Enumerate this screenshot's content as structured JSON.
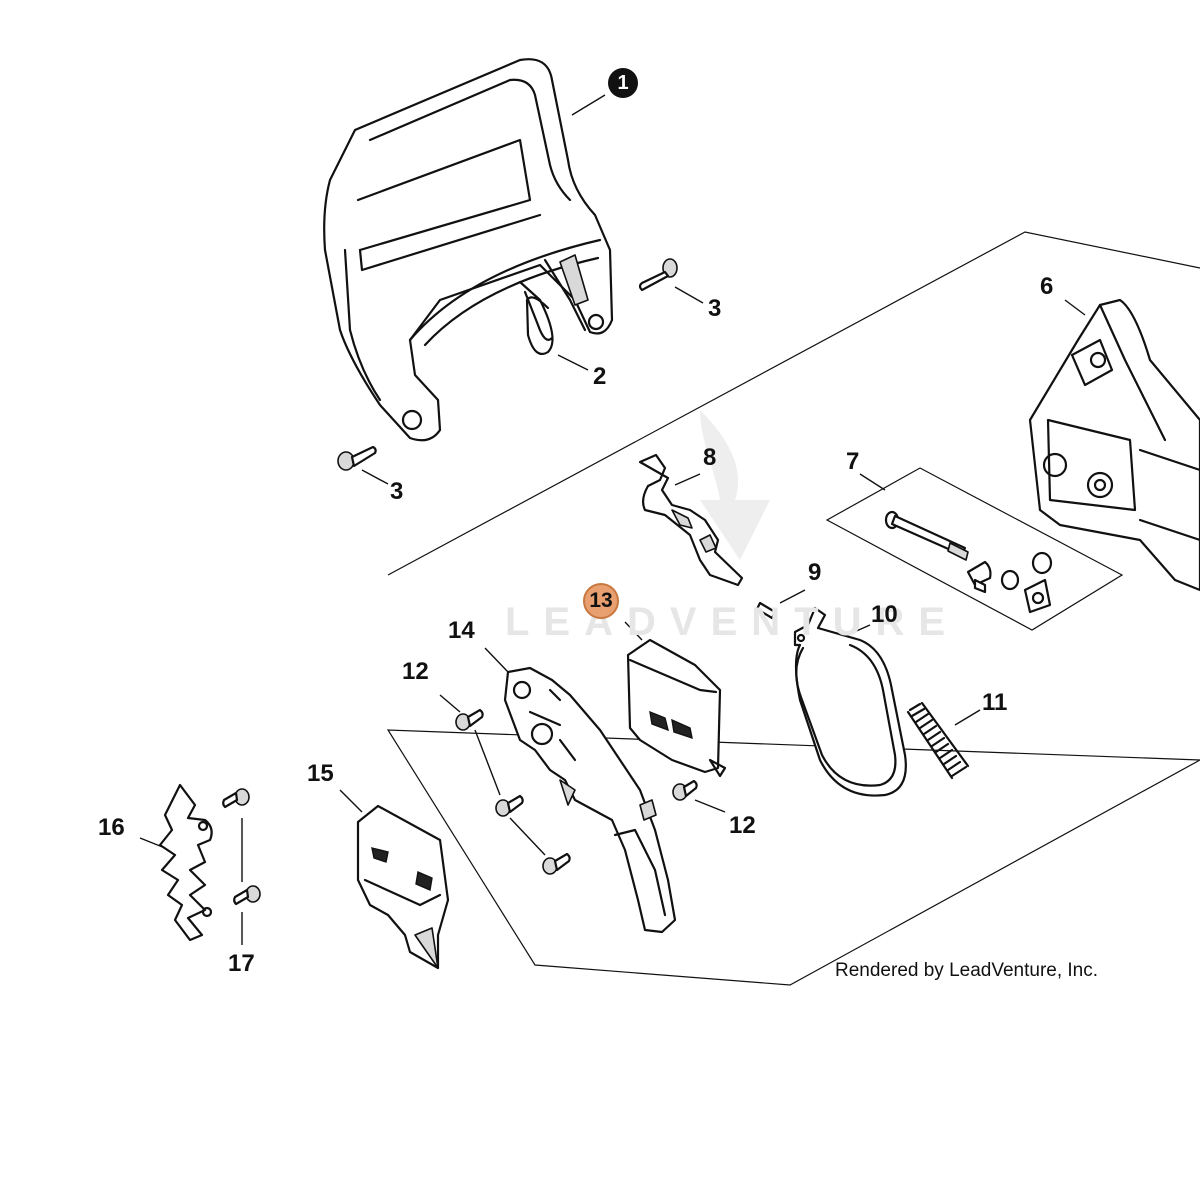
{
  "diagram": {
    "callouts": {
      "c1": "1",
      "c2": "2",
      "c3a": "3",
      "c3b": "3",
      "c6": "6",
      "c7": "7",
      "c8": "8",
      "c9": "9",
      "c10": "10",
      "c11": "11",
      "c12a": "12",
      "c12b": "12",
      "c13": "13",
      "c14": "14",
      "c15": "15",
      "c16": "16",
      "c17": "17"
    },
    "watermark": "LEADVENTURE",
    "credit": "Rendered by LeadVenture, Inc.",
    "highlight_color": "#e8a070"
  }
}
